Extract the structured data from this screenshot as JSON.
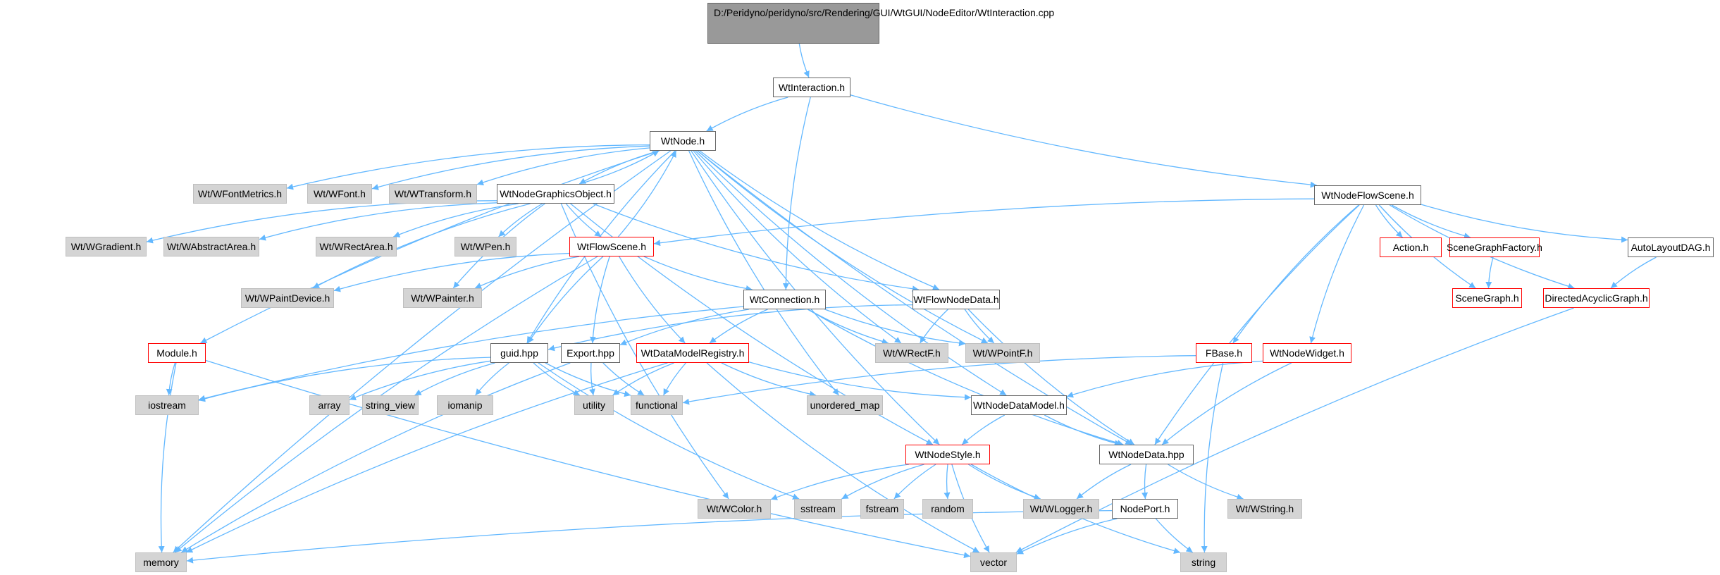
{
  "diagram": {
    "root_label": "D:/Peridyno/peridyno/src/Rendering/GUI/WtGUI/NodeEditor/WtInteraction.cpp",
    "colors": {
      "edge": "#63b8ff",
      "node_border": "#666666",
      "ext_fill": "#d4d4d4",
      "root_fill": "#999999",
      "red_border": "#ff0000"
    },
    "nodes": [
      {
        "id": "root",
        "label": "D:/Peridyno/peridyno/src/Rendering/GUI/WtGUI/NodeEditor/WtInteraction.cpp",
        "kind": "root"
      },
      {
        "id": "WtInteraction_h",
        "label": "WtInteraction.h",
        "kind": "normal"
      },
      {
        "id": "WtNode_h",
        "label": "WtNode.h",
        "kind": "normal"
      },
      {
        "id": "WtNodeFlowScene_h",
        "label": "WtNodeFlowScene.h",
        "kind": "normal"
      },
      {
        "id": "WtNodeGraphicsObject_h",
        "label": "WtNodeGraphicsObject.h",
        "kind": "normal"
      },
      {
        "id": "WtWFontMetrics_h",
        "label": "Wt/WFontMetrics.h",
        "kind": "ext"
      },
      {
        "id": "WtWFont_h",
        "label": "Wt/WFont.h",
        "kind": "ext"
      },
      {
        "id": "WtWTransform_h",
        "label": "Wt/WTransform.h",
        "kind": "ext"
      },
      {
        "id": "WtWGradient_h",
        "label": "Wt/WGradient.h",
        "kind": "ext"
      },
      {
        "id": "WtWAbstractArea_h",
        "label": "Wt/WAbstractArea.h",
        "kind": "ext"
      },
      {
        "id": "WtWRectArea_h",
        "label": "Wt/WRectArea.h",
        "kind": "ext"
      },
      {
        "id": "WtWPen_h",
        "label": "Wt/WPen.h",
        "kind": "ext"
      },
      {
        "id": "WtFlowScene_h",
        "label": "WtFlowScene.h",
        "kind": "red"
      },
      {
        "id": "WtWPaintDevice_h",
        "label": "Wt/WPaintDevice.h",
        "kind": "ext"
      },
      {
        "id": "WtWPainter_h",
        "label": "Wt/WPainter.h",
        "kind": "ext"
      },
      {
        "id": "WtConnection_h",
        "label": "WtConnection.h",
        "kind": "normal"
      },
      {
        "id": "WtFlowNodeData_h",
        "label": "WtFlowNodeData.h",
        "kind": "normal"
      },
      {
        "id": "Action_h",
        "label": "Action.h",
        "kind": "red"
      },
      {
        "id": "SceneGraphFactory_h",
        "label": "SceneGraphFactory.h",
        "kind": "red"
      },
      {
        "id": "AutoLayoutDAG_h",
        "label": "AutoLayoutDAG.h",
        "kind": "normal"
      },
      {
        "id": "SceneGraph_h",
        "label": "SceneGraph.h",
        "kind": "red"
      },
      {
        "id": "DirectedAcyclicGraph_h",
        "label": "DirectedAcyclicGraph.h",
        "kind": "red"
      },
      {
        "id": "Module_h",
        "label": "Module.h",
        "kind": "red"
      },
      {
        "id": "guid_hpp",
        "label": "guid.hpp",
        "kind": "normal"
      },
      {
        "id": "Export_hpp",
        "label": "Export.hpp",
        "kind": "normal"
      },
      {
        "id": "WtDataModelRegistry_h",
        "label": "WtDataModelRegistry.h",
        "kind": "red"
      },
      {
        "id": "WtWRectF_h",
        "label": "Wt/WRectF.h",
        "kind": "ext"
      },
      {
        "id": "WtWPointF_h",
        "label": "Wt/WPointF.h",
        "kind": "ext"
      },
      {
        "id": "FBase_h",
        "label": "FBase.h",
        "kind": "red"
      },
      {
        "id": "WtNodeWidget_h",
        "label": "WtNodeWidget.h",
        "kind": "red"
      },
      {
        "id": "iostream",
        "label": "iostream",
        "kind": "ext"
      },
      {
        "id": "array",
        "label": "array",
        "kind": "ext"
      },
      {
        "id": "string_view",
        "label": "string_view",
        "kind": "ext"
      },
      {
        "id": "iomanip",
        "label": "iomanip",
        "kind": "ext"
      },
      {
        "id": "utility",
        "label": "utility",
        "kind": "ext"
      },
      {
        "id": "functional",
        "label": "functional",
        "kind": "ext"
      },
      {
        "id": "unordered_map",
        "label": "unordered_map",
        "kind": "ext"
      },
      {
        "id": "WtNodeDataModel_h",
        "label": "WtNodeDataModel.h",
        "kind": "normal"
      },
      {
        "id": "WtNodeStyle_h",
        "label": "WtNodeStyle.h",
        "kind": "red"
      },
      {
        "id": "WtNodeData_hpp",
        "label": "WtNodeData.hpp",
        "kind": "normal"
      },
      {
        "id": "WtWColor_h",
        "label": "Wt/WColor.h",
        "kind": "ext"
      },
      {
        "id": "sstream",
        "label": "sstream",
        "kind": "ext"
      },
      {
        "id": "fstream",
        "label": "fstream",
        "kind": "ext"
      },
      {
        "id": "random",
        "label": "random",
        "kind": "ext"
      },
      {
        "id": "WtWLogger_h",
        "label": "Wt/WLogger.h",
        "kind": "ext"
      },
      {
        "id": "NodePort_h",
        "label": "NodePort.h",
        "kind": "normal"
      },
      {
        "id": "WtWString_h",
        "label": "Wt/WString.h",
        "kind": "ext"
      },
      {
        "id": "memory",
        "label": "memory",
        "kind": "ext"
      },
      {
        "id": "vector",
        "label": "vector",
        "kind": "ext"
      },
      {
        "id": "string",
        "label": "string",
        "kind": "ext"
      }
    ],
    "edges": [
      [
        "root",
        "WtInteraction_h"
      ],
      [
        "WtInteraction_h",
        "WtNode_h"
      ],
      [
        "WtInteraction_h",
        "WtNodeFlowScene_h"
      ],
      [
        "WtInteraction_h",
        "WtConnection_h"
      ],
      [
        "WtNode_h",
        "memory"
      ],
      [
        "WtNode_h",
        "Module_h"
      ],
      [
        "WtNode_h",
        "WtWFontMetrics_h"
      ],
      [
        "WtNode_h",
        "WtWFont_h"
      ],
      [
        "WtNode_h",
        "WtWTransform_h"
      ],
      [
        "WtNode_h",
        "WtNodeGraphicsObject_h"
      ],
      [
        "WtNode_h",
        "WtFlowNodeData_h"
      ],
      [
        "WtNode_h",
        "guid_hpp"
      ],
      [
        "WtNode_h",
        "WtWRectF_h"
      ],
      [
        "WtNode_h",
        "WtWPointF_h"
      ],
      [
        "WtNode_h",
        "WtNodeDataModel_h"
      ],
      [
        "WtNode_h",
        "WtNodeData_hpp"
      ],
      [
        "WtNode_h",
        "WtNodeStyle_h"
      ],
      [
        "WtNode_h",
        "unordered_map"
      ],
      [
        "WtNodeGraphicsObject_h",
        "WtNode_h"
      ],
      [
        "WtNodeGraphicsObject_h",
        "WtWGradient_h"
      ],
      [
        "WtNodeGraphicsObject_h",
        "WtWAbstractArea_h"
      ],
      [
        "WtNodeGraphicsObject_h",
        "WtWRectArea_h"
      ],
      [
        "WtNodeGraphicsObject_h",
        "WtWPen_h"
      ],
      [
        "WtNodeGraphicsObject_h",
        "WtFlowScene_h"
      ],
      [
        "WtNodeGraphicsObject_h",
        "WtWPaintDevice_h"
      ],
      [
        "WtNodeGraphicsObject_h",
        "WtWPainter_h"
      ],
      [
        "WtNodeGraphicsObject_h",
        "WtFlowNodeData_h"
      ],
      [
        "WtNodeGraphicsObject_h",
        "WtWColor_h"
      ],
      [
        "WtNodeGraphicsObject_h",
        "WtNodeStyle_h"
      ],
      [
        "WtFlowScene_h",
        "WtNode_h"
      ],
      [
        "WtFlowScene_h",
        "WtWPaintDevice_h"
      ],
      [
        "WtFlowScene_h",
        "WtWPainter_h"
      ],
      [
        "WtFlowScene_h",
        "WtConnection_h"
      ],
      [
        "WtFlowScene_h",
        "guid_hpp"
      ],
      [
        "WtFlowScene_h",
        "Export_hpp"
      ],
      [
        "WtFlowScene_h",
        "WtDataModelRegistry_h"
      ],
      [
        "WtFlowScene_h",
        "memory"
      ],
      [
        "WtNodeFlowScene_h",
        "WtFlowScene_h"
      ],
      [
        "WtNodeFlowScene_h",
        "Action_h"
      ],
      [
        "WtNodeFlowScene_h",
        "SceneGraphFactory_h"
      ],
      [
        "WtNodeFlowScene_h",
        "AutoLayoutDAG_h"
      ],
      [
        "WtNodeFlowScene_h",
        "SceneGraph_h"
      ],
      [
        "WtNodeFlowScene_h",
        "DirectedAcyclicGraph_h"
      ],
      [
        "WtNodeFlowScene_h",
        "FBase_h"
      ],
      [
        "WtNodeFlowScene_h",
        "WtNodeWidget_h"
      ],
      [
        "WtNodeFlowScene_h",
        "WtNodeData_hpp"
      ],
      [
        "SceneGraphFactory_h",
        "SceneGraph_h"
      ],
      [
        "AutoLayoutDAG_h",
        "DirectedAcyclicGraph_h"
      ],
      [
        "DirectedAcyclicGraph_h",
        "vector"
      ],
      [
        "WtConnection_h",
        "iostream"
      ],
      [
        "WtConnection_h",
        "Export_hpp"
      ],
      [
        "WtConnection_h",
        "WtDataModelRegistry_h"
      ],
      [
        "WtConnection_h",
        "WtWRectF_h"
      ],
      [
        "WtConnection_h",
        "WtWPointF_h"
      ],
      [
        "WtConnection_h",
        "WtNodeData_hpp"
      ],
      [
        "WtFlowNodeData_h",
        "WtWRectF_h"
      ],
      [
        "WtFlowNodeData_h",
        "WtWPointF_h"
      ],
      [
        "WtFlowNodeData_h",
        "WtNodeData_hpp"
      ],
      [
        "WtFlowNodeData_h",
        "guid_hpp"
      ],
      [
        "Module_h",
        "iostream"
      ],
      [
        "Module_h",
        "memory"
      ],
      [
        "Module_h",
        "vector"
      ],
      [
        "guid_hpp",
        "iostream"
      ],
      [
        "guid_hpp",
        "array"
      ],
      [
        "guid_hpp",
        "string_view"
      ],
      [
        "guid_hpp",
        "iomanip"
      ],
      [
        "guid_hpp",
        "utility"
      ],
      [
        "guid_hpp",
        "functional"
      ],
      [
        "guid_hpp",
        "sstream"
      ],
      [
        "Export_hpp",
        "utility"
      ],
      [
        "Export_hpp",
        "functional"
      ],
      [
        "Export_hpp",
        "memory"
      ],
      [
        "WtDataModelRegistry_h",
        "utility"
      ],
      [
        "WtDataModelRegistry_h",
        "functional"
      ],
      [
        "WtDataModelRegistry_h",
        "unordered_map"
      ],
      [
        "WtDataModelRegistry_h",
        "WtNodeDataModel_h"
      ],
      [
        "WtDataModelRegistry_h",
        "memory"
      ],
      [
        "WtDataModelRegistry_h",
        "vector"
      ],
      [
        "FBase_h",
        "functional"
      ],
      [
        "FBase_h",
        "string"
      ],
      [
        "WtNodeWidget_h",
        "WtNodeDataModel_h"
      ],
      [
        "WtNodeWidget_h",
        "WtNodeData_hpp"
      ],
      [
        "WtNodeDataModel_h",
        "WtNodeStyle_h"
      ],
      [
        "WtNodeDataModel_h",
        "WtNodeData_hpp"
      ],
      [
        "WtNodeStyle_h",
        "WtWColor_h"
      ],
      [
        "WtNodeStyle_h",
        "sstream"
      ],
      [
        "WtNodeStyle_h",
        "fstream"
      ],
      [
        "WtNodeStyle_h",
        "random"
      ],
      [
        "WtNodeStyle_h",
        "WtWLogger_h"
      ],
      [
        "WtNodeStyle_h",
        "vector"
      ],
      [
        "WtNodeStyle_h",
        "string"
      ],
      [
        "WtNodeData_hpp",
        "WtWLogger_h"
      ],
      [
        "WtNodeData_hpp",
        "NodePort_h"
      ],
      [
        "WtNodeData_hpp",
        "WtWString_h"
      ],
      [
        "NodePort_h",
        "memory"
      ],
      [
        "NodePort_h",
        "vector"
      ],
      [
        "NodePort_h",
        "string"
      ]
    ]
  }
}
